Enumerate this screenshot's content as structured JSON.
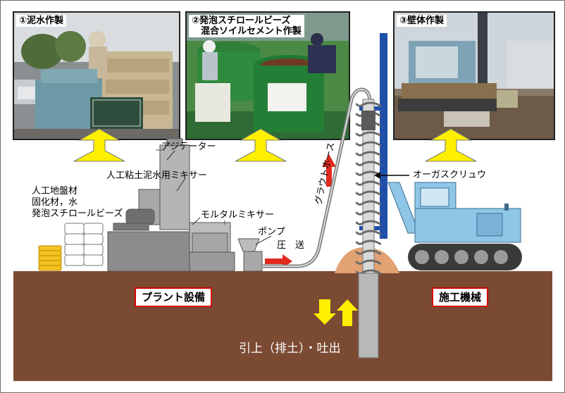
{
  "photos": [
    {
      "id": "slurry",
      "label": "①泥水作製"
    },
    {
      "id": "mixing",
      "label": "②発泡スチロールビーズ\n　混合ソイルセメント作製"
    },
    {
      "id": "wall",
      "label": "③壁体作製"
    }
  ],
  "labels": {
    "agitator": "アジテーター",
    "clay_mixer": "人工粘土泥水用ミキサー",
    "materials": "人工地盤材\n固化材，水\n発泡スチロールビーズ",
    "mortar_mixer": "モルタルミキサー",
    "pump": "ポンプ",
    "pumping": "圧　送",
    "grout_hose": "グラウトホース",
    "auger": "オーガスクリュウ",
    "plant": "プラント設備",
    "machine": "施工機械",
    "lift": "引上（排土）・吐出"
  },
  "colors": {
    "ground": "#7b4a33",
    "arrow_yellow": "#ffef00",
    "arrow_red": "#e02a1e",
    "mast_blue": "#1f4fa8",
    "machine_blue": "#8fc6e8",
    "zone_border": "#d10000"
  }
}
